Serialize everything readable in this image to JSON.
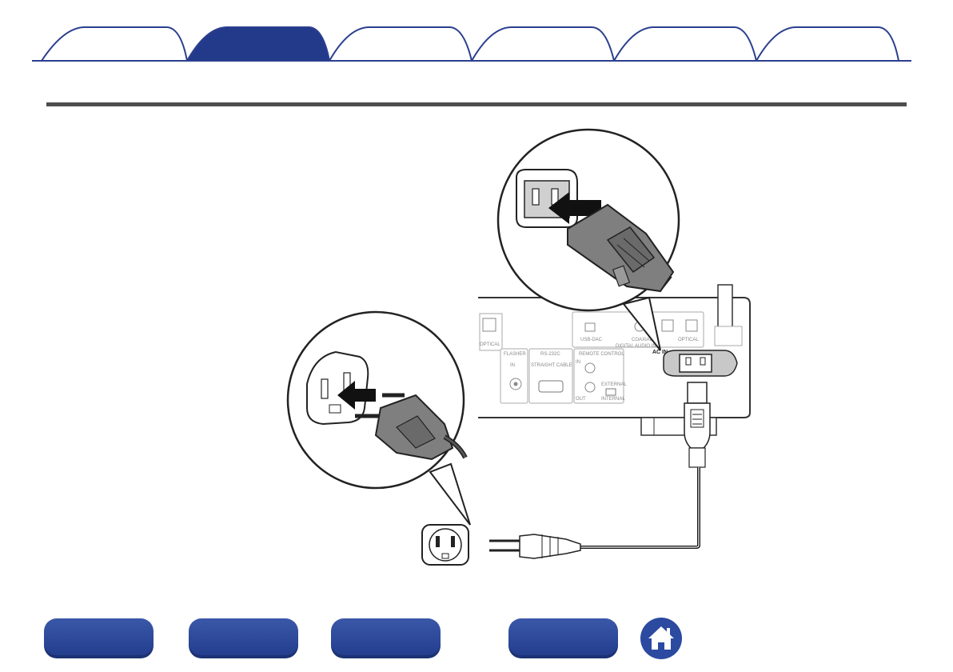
{
  "colors": {
    "tab_inactive": "#ffffff",
    "tab_border": "#2b3f8f",
    "tab_active": "#233a8b",
    "accent": "#2b4aa0",
    "divider": "#4d4d4d"
  },
  "tabs": [
    {
      "label": "",
      "active": false
    },
    {
      "label": "",
      "active": true
    },
    {
      "label": "",
      "active": false
    },
    {
      "label": "",
      "active": false
    },
    {
      "label": "",
      "active": false
    },
    {
      "label": "",
      "active": false
    }
  ],
  "panel": {
    "player_label": "FLASHER",
    "player_in": "IN",
    "rs232c_label": "RS-232C",
    "straight_cable": "STRAIGHT CABLE",
    "remote_control_label": "REMOTE CONTROL",
    "remote_in": "IN",
    "remote_out": "OUT",
    "external": "EXTERNAL",
    "internal": "INTERNAL",
    "usb_dac": "USB-DAC",
    "coaxial": "COAXIAL",
    "optical": "OPTICAL",
    "optical_left": "OPTICAL",
    "digital_audio_in": "DIGITAL AUDIO IN",
    "ac_in": "AC IN"
  },
  "footer": {
    "buttons": [
      "",
      "",
      "",
      ""
    ],
    "home_icon": "home-icon"
  }
}
